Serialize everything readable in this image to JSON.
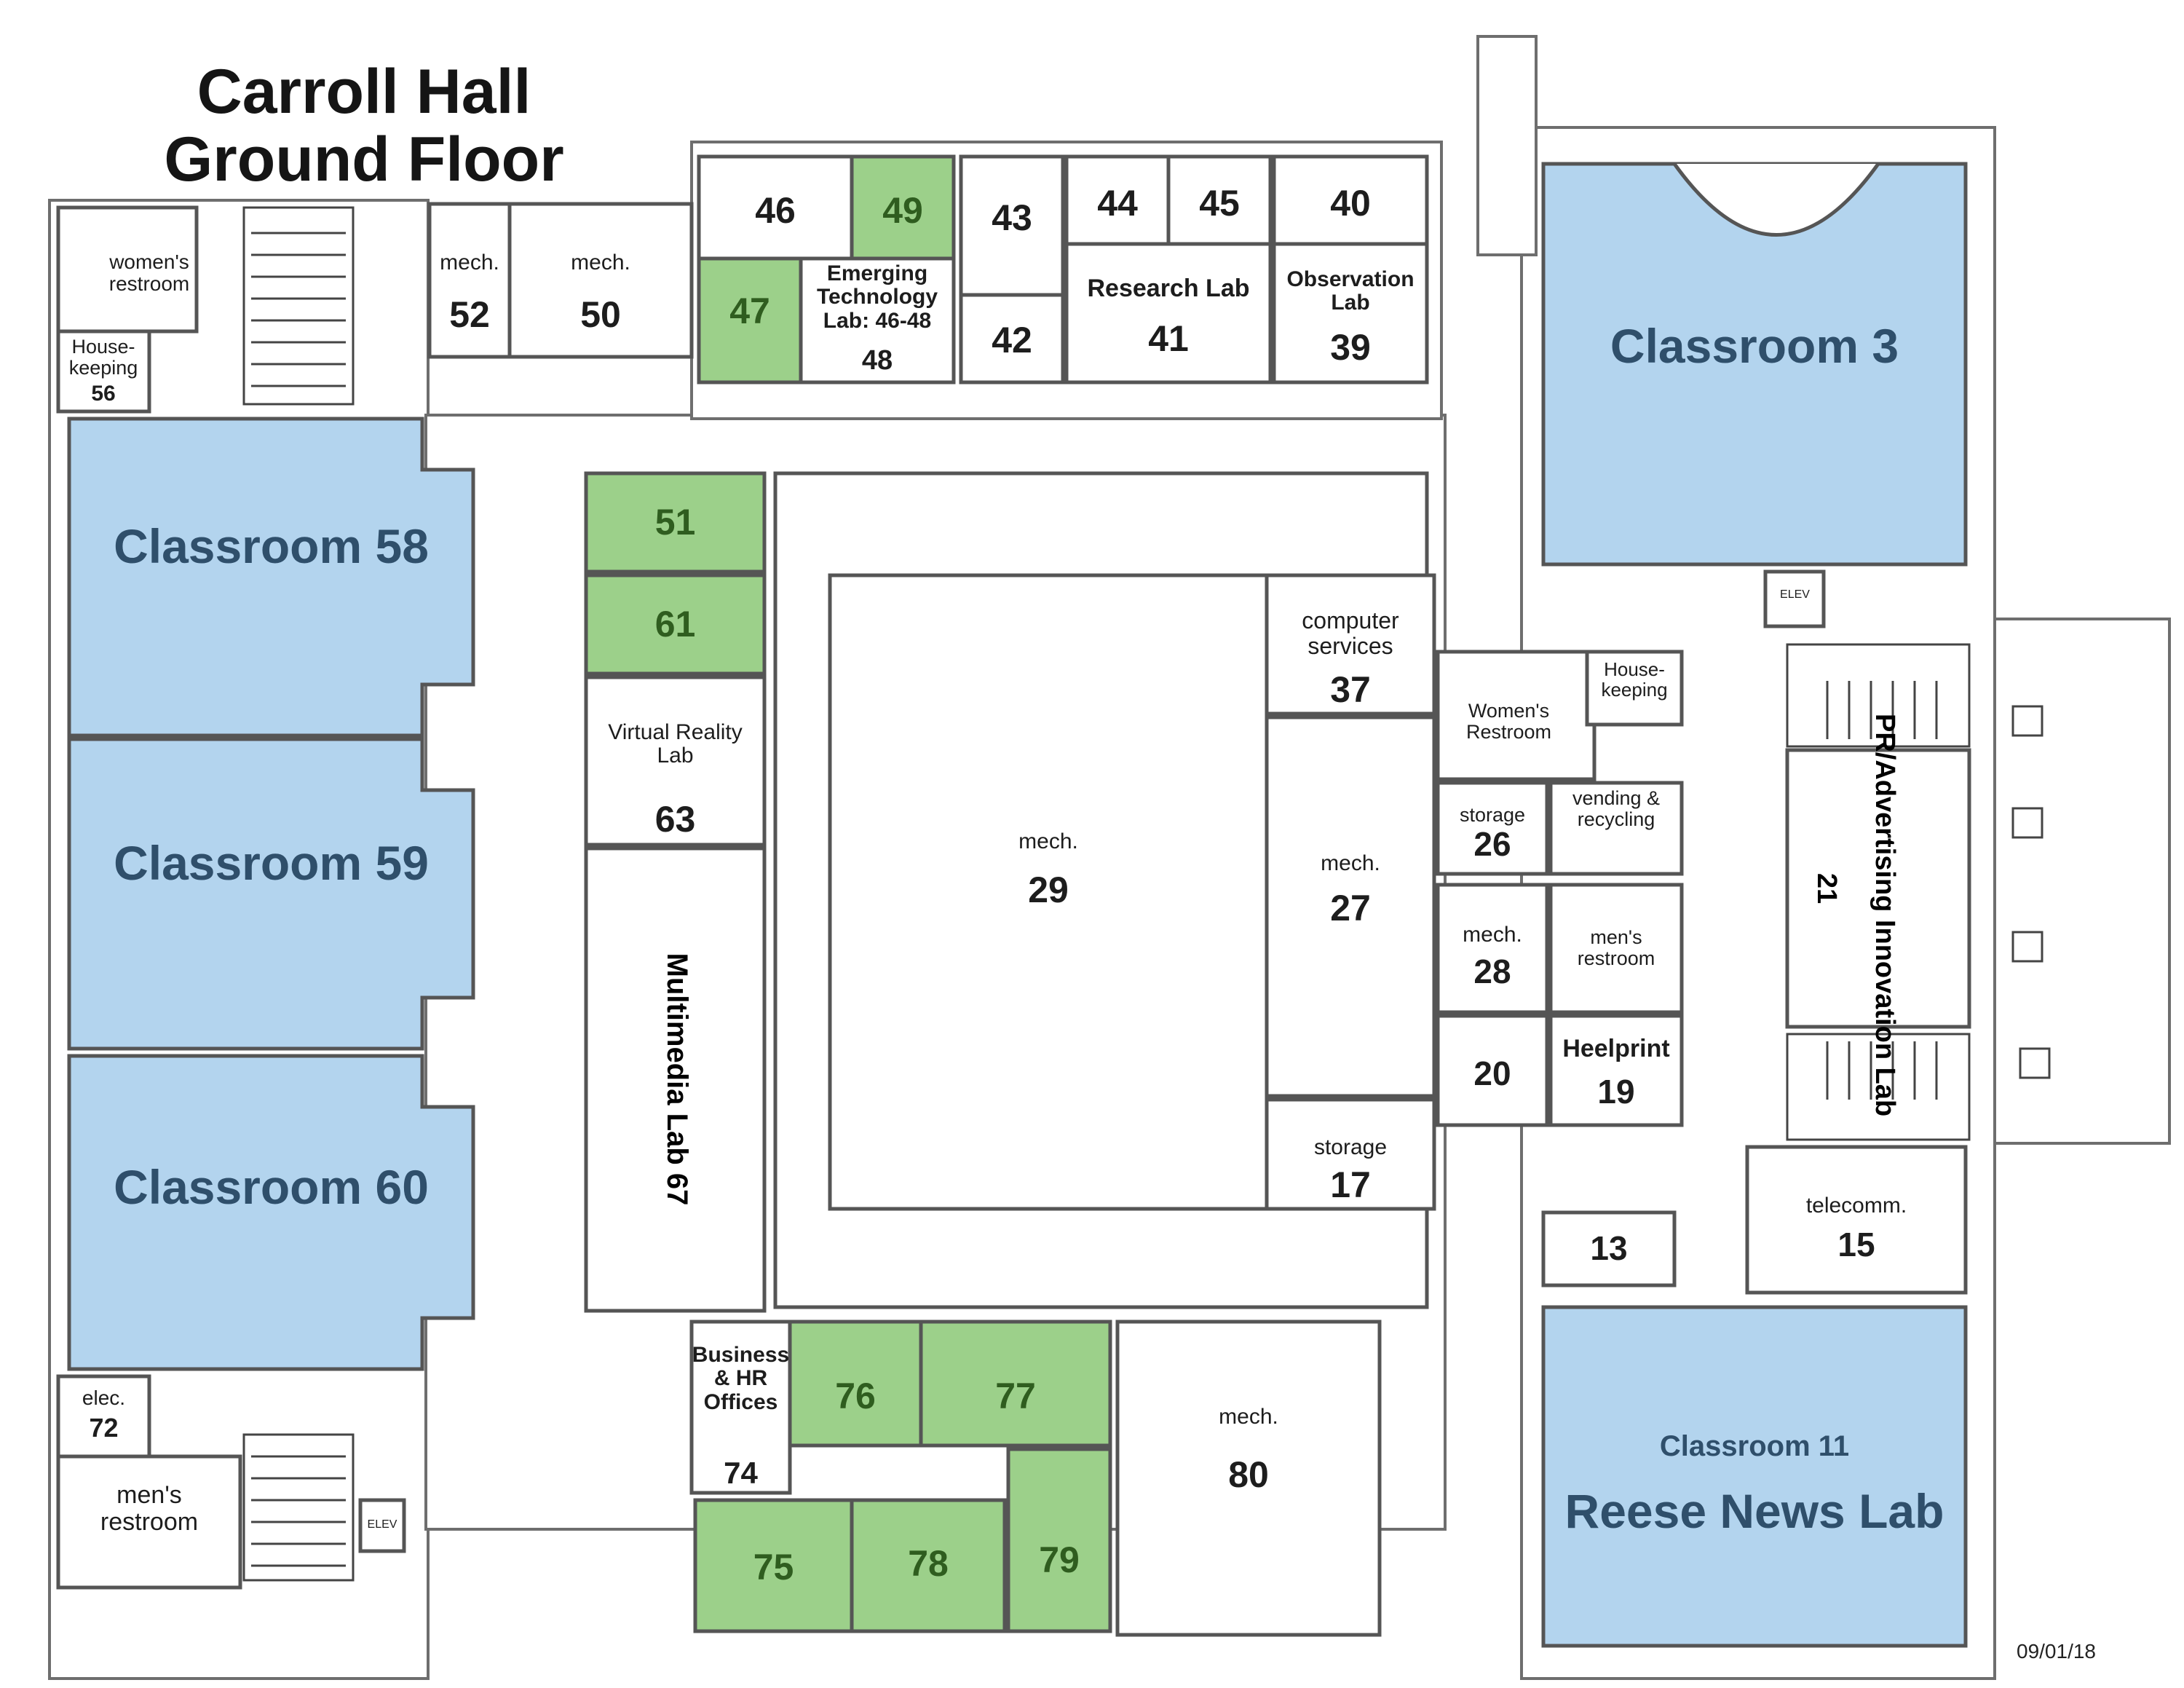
{
  "title_line1": "Carroll Hall",
  "title_line2": "Ground Floor",
  "date": "09/01/18",
  "rooms": {
    "r46": "46",
    "r49": "49",
    "r43": "43",
    "r44": "44",
    "r45": "45",
    "r40": "40",
    "r47": "47",
    "etl_label": "Emerging Technology Lab: 46-48",
    "r48": "48",
    "r42": "42",
    "research_label": "Research Lab",
    "r41": "41",
    "obs_label": "Observation Lab",
    "r39": "39",
    "womens_restroom_nw": "women's restroom",
    "housekeeping_56_label": "House-keeping",
    "r56": "56",
    "mech52_label": "mech.",
    "r52": "52",
    "mech50_label": "mech.",
    "r50": "50",
    "classroom3": "Classroom 3",
    "classroom58": "Classroom 58",
    "classroom59": "Classroom 59",
    "classroom60": "Classroom 60",
    "r51": "51",
    "r61": "61",
    "vr_label": "Virtual Reality Lab",
    "r63": "63",
    "multimedia": "Multimedia Lab 67",
    "mech29_label": "mech.",
    "r29": "29",
    "computer_label": "computer services",
    "r37": "37",
    "mech27_label": "mech.",
    "r27": "27",
    "storage17_label": "storage",
    "r17": "17",
    "womens_restroom_c": "Women's Restroom",
    "housekeeping_21_label": "House-keeping",
    "storage26_label": "storage",
    "r26": "26",
    "vending_label": "vending & recycling",
    "mech28_label": "mech.",
    "r28": "28",
    "mens_restroom_c": "men's restroom",
    "r20": "20",
    "heelprint_label": "Heelprint",
    "r19": "19",
    "pr_label": "PR/Advertising Innovation Lab",
    "r21": "21",
    "elev": "ELEV",
    "r13": "13",
    "telecomm_label": "telecomm.",
    "r15": "15",
    "classroom11": "Classroom 11",
    "reese": "Reese News Lab",
    "business_label": "Business & HR Offices",
    "r74": "74",
    "r76": "76",
    "r77": "77",
    "r75": "75",
    "r78": "78",
    "r79": "79",
    "mech80_label": "mech.",
    "r80": "80",
    "elec72_label": "elec.",
    "r72": "72",
    "mens_restroom_sw": "men's restroom"
  }
}
